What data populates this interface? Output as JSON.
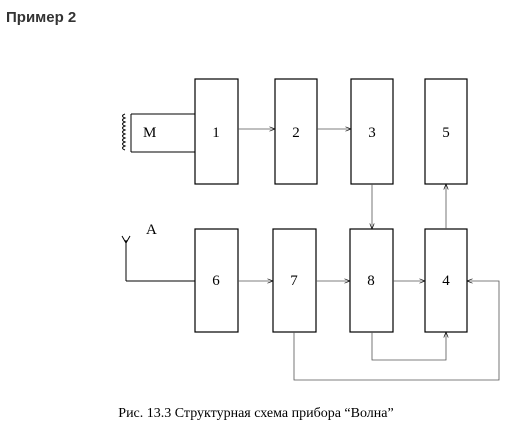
{
  "heading": "Пример 2",
  "diagram": {
    "blocks": [
      {
        "id": "b1",
        "label": "1"
      },
      {
        "id": "b2",
        "label": "2"
      },
      {
        "id": "b3",
        "label": "3"
      },
      {
        "id": "b5",
        "label": "5"
      },
      {
        "id": "b6",
        "label": "6"
      },
      {
        "id": "b7",
        "label": "7"
      },
      {
        "id": "b8",
        "label": "8"
      },
      {
        "id": "b4",
        "label": "4"
      }
    ],
    "coil_label": "M",
    "antenna_label": "A"
  },
  "caption": "Рис. 13.3 Структурная схема прибора “Волна”"
}
